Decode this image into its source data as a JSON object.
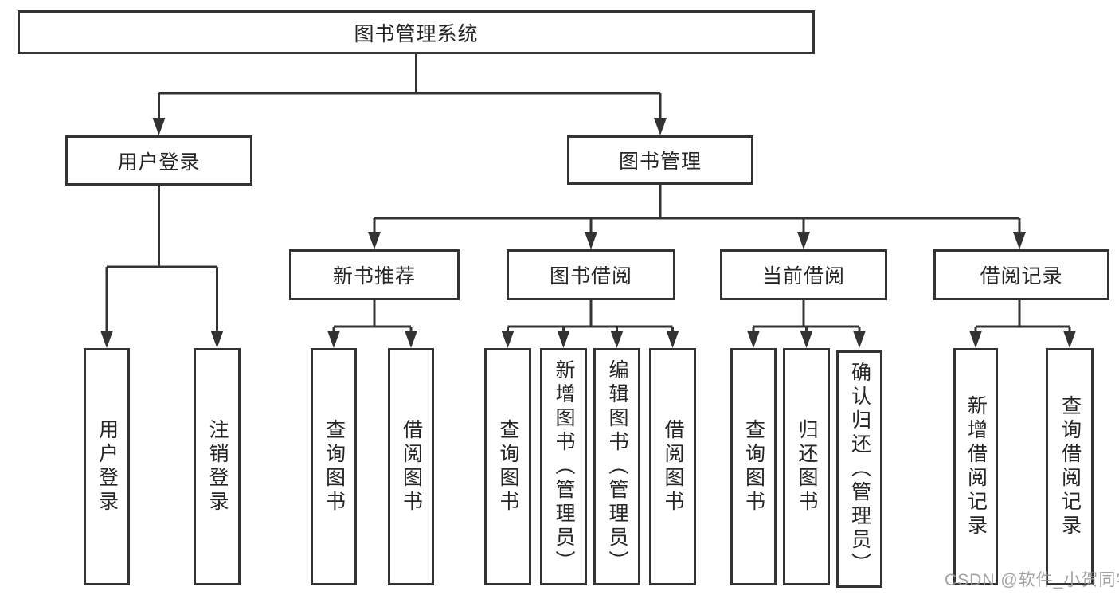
{
  "tree": {
    "label": "图书管理系统",
    "children": [
      {
        "label": "用户登录",
        "children": [
          {
            "label": "用户登录"
          },
          {
            "label": "注销登录"
          }
        ]
      },
      {
        "label": "图书管理",
        "children": [
          {
            "label": "新书推荐",
            "children": [
              {
                "label": "查询图书"
              },
              {
                "label": "借阅图书"
              }
            ]
          },
          {
            "label": "图书借阅",
            "children": [
              {
                "label": "查询图书"
              },
              {
                "label": "新增图书（管理员）"
              },
              {
                "label": "编辑图书（管理员）"
              },
              {
                "label": "借阅图书"
              }
            ]
          },
          {
            "label": "当前借阅",
            "children": [
              {
                "label": "查询图书"
              },
              {
                "label": "归还图书"
              },
              {
                "label": "确认归还（管理员）"
              }
            ]
          },
          {
            "label": "借阅记录",
            "children": [
              {
                "label": "新增借阅记录"
              },
              {
                "label": "查询借阅记录"
              }
            ]
          }
        ]
      }
    ]
  },
  "watermark": {
    "text": "CSDN @软件_小贺同学"
  },
  "colors": {
    "line": "#333333",
    "box_border": "#333333",
    "text": "#262626",
    "watermark": "#999999",
    "background": "#ffffff"
  }
}
